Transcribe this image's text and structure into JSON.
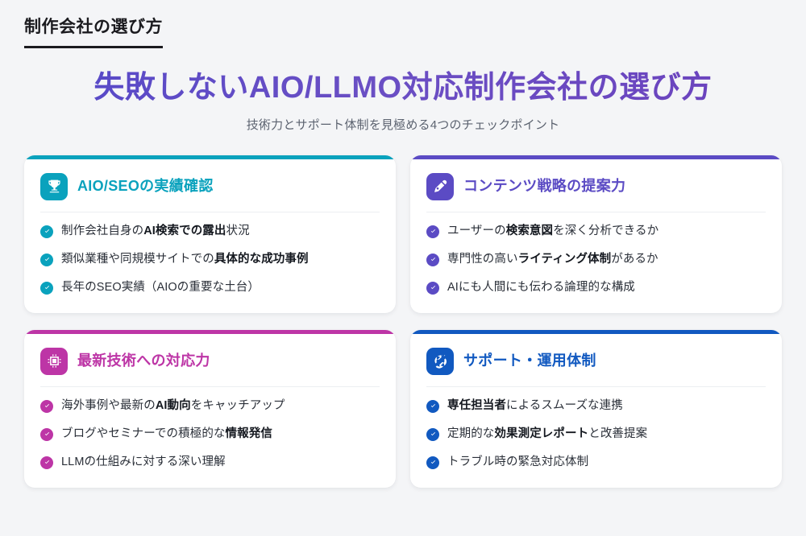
{
  "header": {
    "eyebrow": "制作会社の選び方"
  },
  "hero": {
    "title": "失敗しないAIO/LLMO対応制作会社の選び方",
    "subtitle": "技術力とサポート体制を見極める4つのチェックポイント",
    "gradient_start": "#5448c8",
    "gradient_end": "#6b42bd"
  },
  "cards": [
    {
      "title": "AIO/SEOの実績確認",
      "accent": "#0aa2bd",
      "icon": "trophy-icon",
      "items": [
        {
          "pre": "制作会社自身の",
          "bold": "AI検索での露出",
          "post": "状況"
        },
        {
          "pre": "類似業種や同規模サイトでの",
          "bold": "具体的な成功事例",
          "post": ""
        },
        {
          "pre": "長年のSEO実績（AIOの重要な土台）",
          "bold": "",
          "post": ""
        }
      ]
    },
    {
      "title": "コンテンツ戦略の提案力",
      "accent": "#5b4bc4",
      "icon": "pen-nib-icon",
      "items": [
        {
          "pre": "ユーザーの",
          "bold": "検索意図",
          "post": "を深く分析できるか"
        },
        {
          "pre": "専門性の高い",
          "bold": "ライティング体制",
          "post": "があるか"
        },
        {
          "pre": "AIにも人間にも伝わる論理的な構成",
          "bold": "",
          "post": ""
        }
      ]
    },
    {
      "title": "最新技術への対応力",
      "accent": "#bd35a6",
      "icon": "cpu-chip-icon",
      "items": [
        {
          "pre": "海外事例や最新の",
          "bold": "AI動向",
          "post": "をキャッチアップ"
        },
        {
          "pre": "ブログやセミナーでの積極的な",
          "bold": "情報発信",
          "post": ""
        },
        {
          "pre": "LLMの仕組みに対する深い理解",
          "bold": "",
          "post": ""
        }
      ]
    },
    {
      "title": "サポート・運用体制",
      "accent": "#1159c0",
      "icon": "handshake-icon",
      "items": [
        {
          "pre": "",
          "bold": "専任担当者",
          "post": "によるスムーズな連携"
        },
        {
          "pre": "定期的な",
          "bold": "効果測定レポート",
          "post": "と改善提案"
        },
        {
          "pre": "トラブル時の緊急対応体制",
          "bold": "",
          "post": ""
        }
      ]
    }
  ]
}
